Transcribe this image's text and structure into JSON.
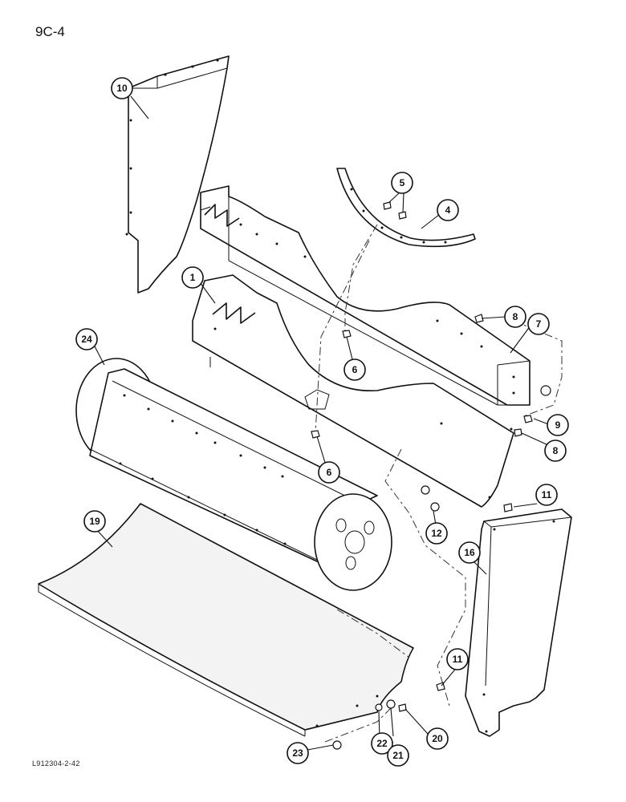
{
  "page_number": "9C-4",
  "reference_code": "L912304-2-42",
  "callouts": {
    "c1": "1",
    "c4": "4",
    "c5": "5",
    "c6a": "6",
    "c6b": "6",
    "c7": "7",
    "c8a": "8",
    "c8b": "8",
    "c9": "9",
    "c10": "10",
    "c11a": "11",
    "c11b": "11",
    "c12": "12",
    "c16": "16",
    "c19": "19",
    "c20": "20",
    "c21": "21",
    "c22": "22",
    "c23": "23",
    "c24": "24"
  }
}
